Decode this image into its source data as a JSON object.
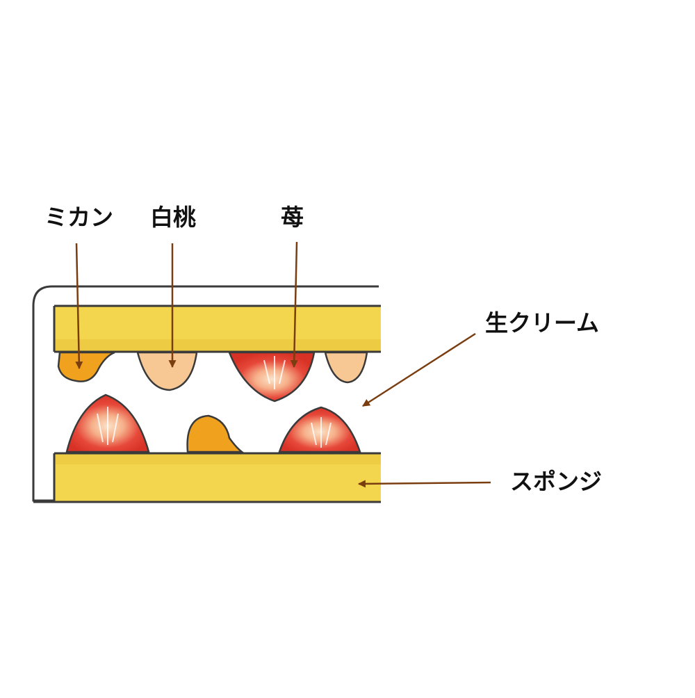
{
  "labels": {
    "mikan": "ミカン",
    "hakuto": "白桃",
    "ichigo": "苺",
    "nama_cream": "生クリーム",
    "sponge": "スポンジ"
  },
  "colors": {
    "background": "#ffffff",
    "outline": "#3a3a3a",
    "sponge": "#f3d64e",
    "sponge_dark": "#e6bf2c",
    "mikan": "#f0a21f",
    "hakuto": "#f7c893",
    "strawberry": "#e23a2c",
    "strawberry_inner": "#fbe3c8",
    "arrow": "#7a3d10"
  }
}
